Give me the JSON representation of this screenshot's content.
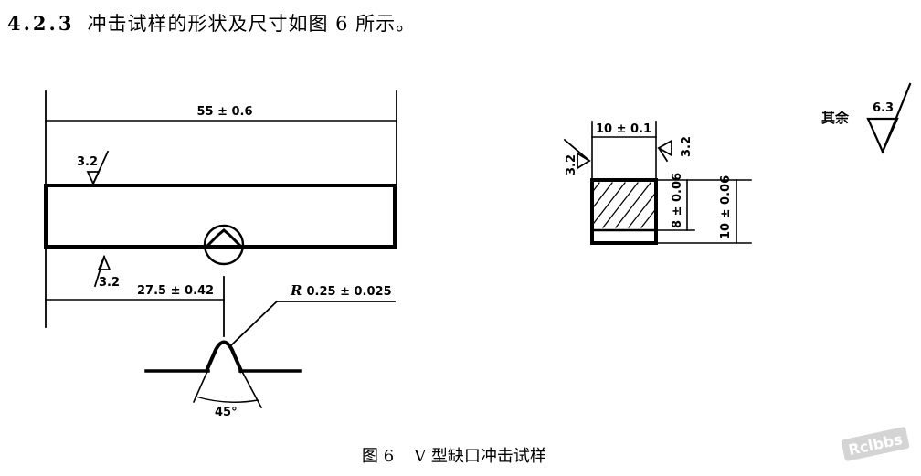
{
  "section": {
    "number": "4.2.3",
    "text": "冲击试样的形状及尺寸如图 6 所示。"
  },
  "figure": {
    "label": "图 6",
    "title": "V 型缺口冲击试样"
  },
  "front_view": {
    "length": "55 ± 0.6",
    "roughness_top": "3.2",
    "roughness_bottom": "3.2",
    "notch_position": "27.5 ± 0.42",
    "notch_radius_symbol": "R",
    "notch_radius": "0.25 ± 0.025",
    "notch_angle": "45°"
  },
  "side_view": {
    "width": "10 ± 0.1",
    "roughness_left": "3.2",
    "roughness_right": "3.2",
    "ligament_height": "8 ± 0.06",
    "height": "10 ± 0.06"
  },
  "general_roughness": {
    "label": "其余",
    "value": "6.3"
  },
  "watermark": {
    "text": "Rclbbs"
  }
}
